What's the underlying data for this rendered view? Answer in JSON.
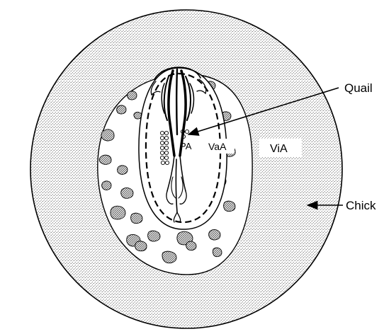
{
  "labels": {
    "quail": "Quail",
    "chick": "Chick",
    "pa": "PA",
    "vaa": "VaA",
    "via": "ViA"
  },
  "colors": {
    "stroke": "#000000",
    "stipple": "#8c8c8c",
    "background": "#ffffff"
  }
}
